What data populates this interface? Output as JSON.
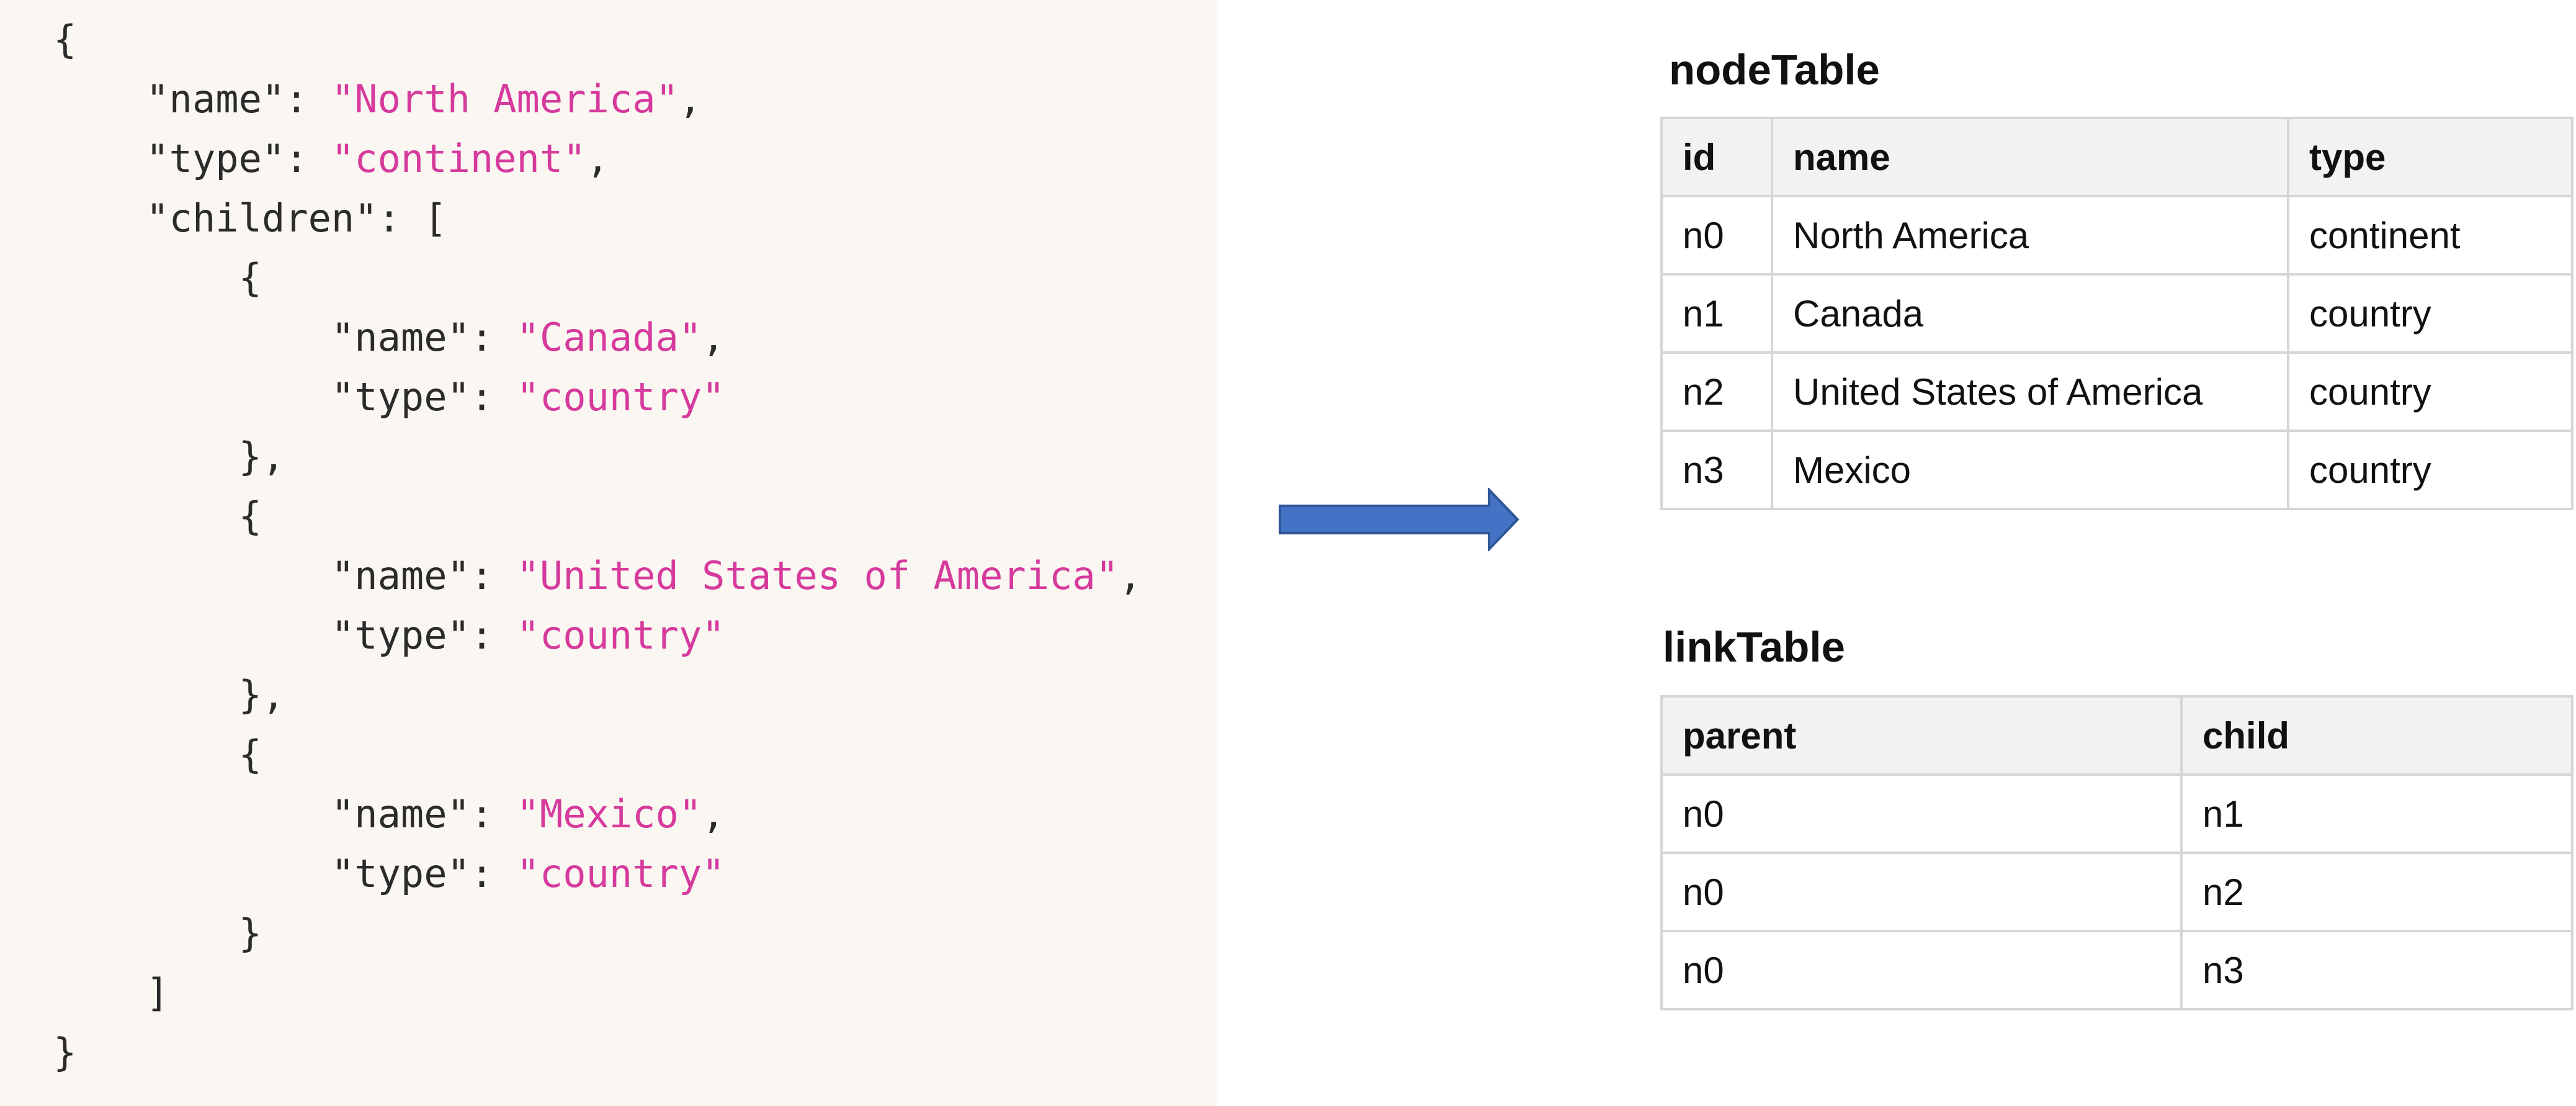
{
  "code": {
    "lines": [
      [
        {
          "t": "{",
          "s": false
        }
      ],
      [
        {
          "t": "    \"name\": ",
          "s": false
        },
        {
          "t": "\"North America\"",
          "s": true
        },
        {
          "t": ",",
          "s": false
        }
      ],
      [
        {
          "t": "    \"type\": ",
          "s": false
        },
        {
          "t": "\"continent\"",
          "s": true
        },
        {
          "t": ",",
          "s": false
        }
      ],
      [
        {
          "t": "    \"children\": [",
          "s": false
        }
      ],
      [
        {
          "t": "        {",
          "s": false
        }
      ],
      [
        {
          "t": "            \"name\": ",
          "s": false
        },
        {
          "t": "\"Canada\"",
          "s": true
        },
        {
          "t": ",",
          "s": false
        }
      ],
      [
        {
          "t": "            \"type\": ",
          "s": false
        },
        {
          "t": "\"country\"",
          "s": true
        }
      ],
      [
        {
          "t": "        },",
          "s": false
        }
      ],
      [
        {
          "t": "        {",
          "s": false
        }
      ],
      [
        {
          "t": "            \"name\": ",
          "s": false
        },
        {
          "t": "\"United States of America\"",
          "s": true
        },
        {
          "t": ",",
          "s": false
        }
      ],
      [
        {
          "t": "            \"type\": ",
          "s": false
        },
        {
          "t": "\"country\"",
          "s": true
        }
      ],
      [
        {
          "t": "        },",
          "s": false
        }
      ],
      [
        {
          "t": "        {",
          "s": false
        }
      ],
      [
        {
          "t": "            \"name\": ",
          "s": false
        },
        {
          "t": "\"Mexico\"",
          "s": true
        },
        {
          "t": ",",
          "s": false
        }
      ],
      [
        {
          "t": "            \"type\": ",
          "s": false
        },
        {
          "t": "\"country\"",
          "s": true
        }
      ],
      [
        {
          "t": "        }",
          "s": false
        }
      ],
      [
        {
          "t": "    ]",
          "s": false
        }
      ],
      [
        {
          "t": "}",
          "s": false
        }
      ]
    ]
  },
  "arrow": {
    "icon": "right-arrow-icon",
    "color": "#4472c4",
    "border_color": "#2f5597"
  },
  "nodeTable": {
    "title": "nodeTable",
    "headers": [
      "id",
      "name",
      "type"
    ],
    "rows": [
      [
        "n0",
        "North America",
        "continent"
      ],
      [
        "n1",
        "Canada",
        "country"
      ],
      [
        "n2",
        "United States of America",
        "country"
      ],
      [
        "n3",
        "Mexico",
        "country"
      ]
    ]
  },
  "linkTable": {
    "title": "linkTable",
    "headers": [
      "parent",
      "child"
    ],
    "rows": [
      [
        "n0",
        "n1"
      ],
      [
        "n0",
        "n2"
      ],
      [
        "n0",
        "n3"
      ]
    ]
  },
  "colors": {
    "code_background": "#faf6f1",
    "code_text": "#2b2b2b",
    "code_string": "#d63a9d",
    "table_header_bg": "#f2f2f2",
    "table_border": "#d6d6d6"
  }
}
